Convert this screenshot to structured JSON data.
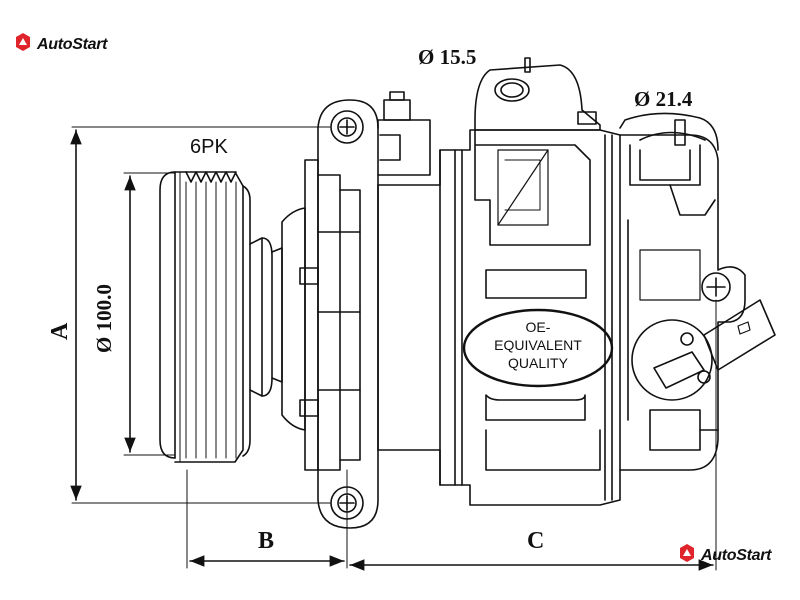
{
  "brand": {
    "name": "AutoStart",
    "color": "#e0242b"
  },
  "labels": {
    "pulley_type": "6PK",
    "suction_port": "Ø 15.5",
    "discharge_port": "Ø 21.4",
    "pulley_diameter": "Ø 100.0",
    "dim_a": "A",
    "dim_b": "B",
    "dim_c": "C",
    "badge_line1": "OE-",
    "badge_line2": "EQUIVALENT",
    "badge_line3": "QUALITY"
  }
}
